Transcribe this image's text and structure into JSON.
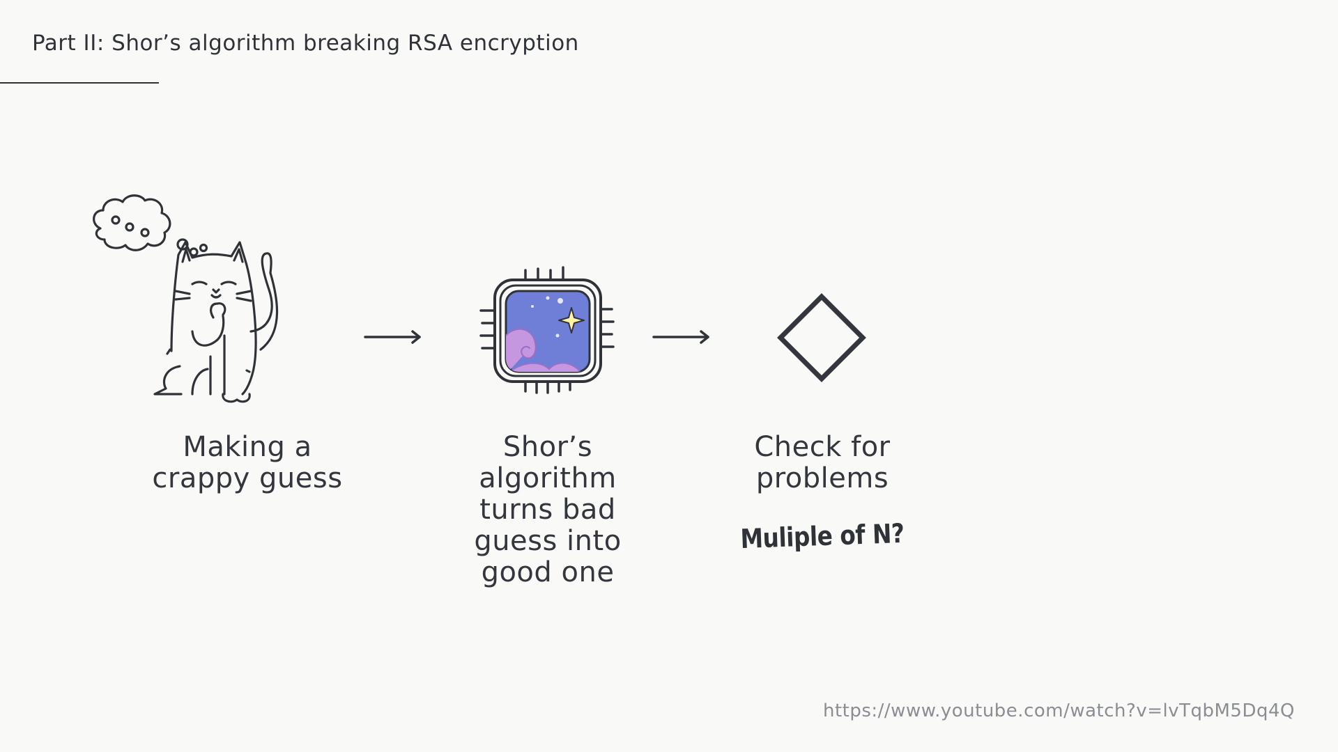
{
  "header": {
    "title": "Part II: Shor’s algorithm breaking RSA encryption"
  },
  "steps": [
    {
      "label": "Making a\ncrappy guess",
      "icon": "thinking-cat"
    },
    {
      "label": "Shor’s\nalgorithm\nturns bad\nguess into\ngood one",
      "icon": "quantum-chip"
    },
    {
      "label": "Check for\nproblems",
      "icon": "diamond-decision",
      "note": "Muliple of N?"
    }
  ],
  "footer": {
    "source": "https://www.youtube.com/watch?v=lvTqbM5Dq4Q"
  },
  "colors": {
    "ink": "#33373d",
    "chip_screen": "#6f7fd8",
    "chip_cloud": "#c497e0",
    "star": "#fff3a8",
    "background": "#f9f9f7"
  }
}
